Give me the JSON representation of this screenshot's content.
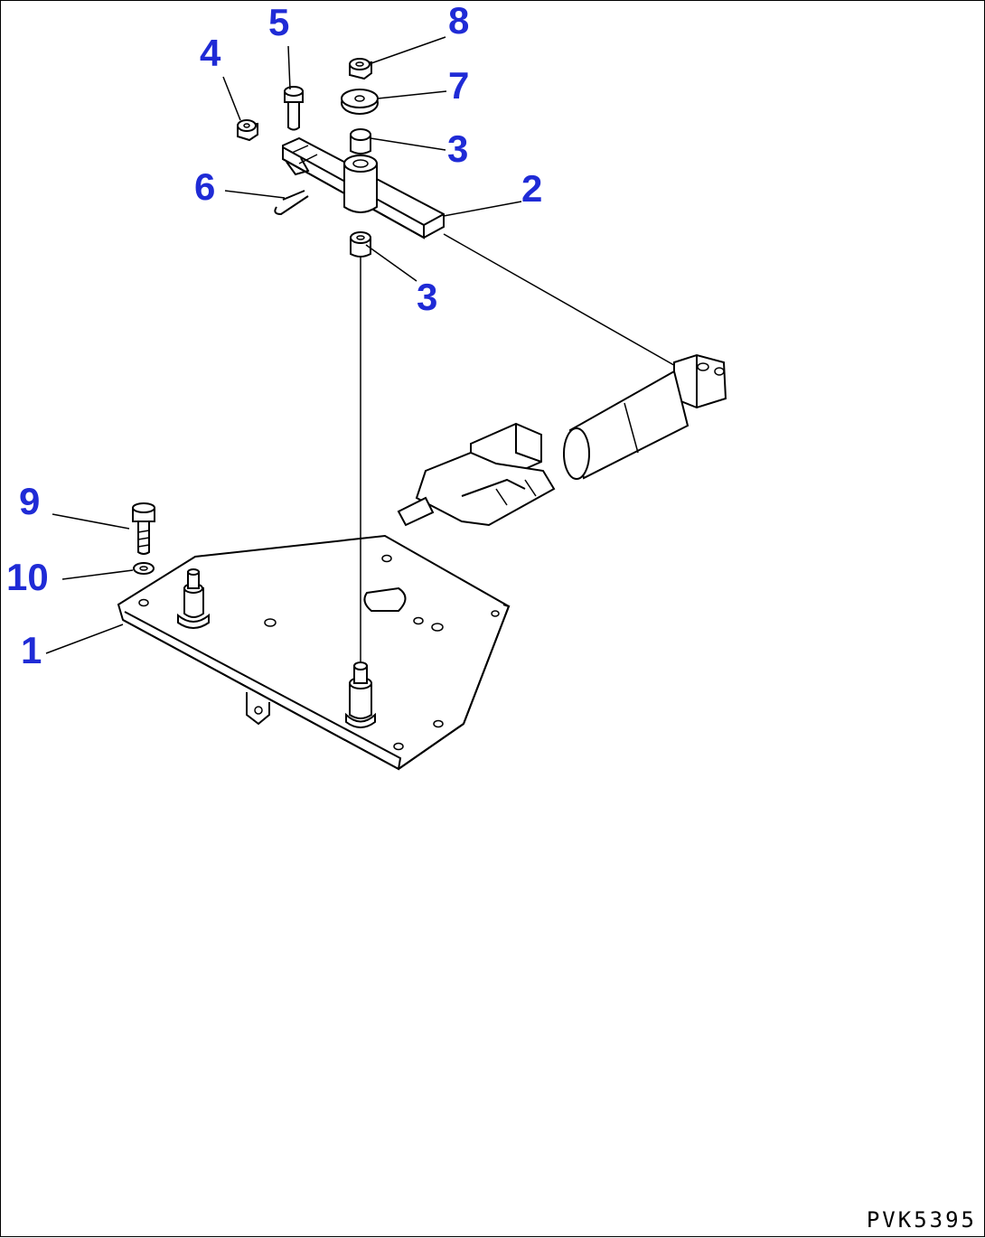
{
  "diagram": {
    "callouts": [
      "1",
      "2",
      "3",
      "3",
      "4",
      "5",
      "6",
      "7",
      "8",
      "9",
      "10"
    ],
    "drawing_code": "PVK5395",
    "colors": {
      "callout": "#1f2bd6",
      "line": "#000000",
      "background": "#ffffff"
    }
  }
}
